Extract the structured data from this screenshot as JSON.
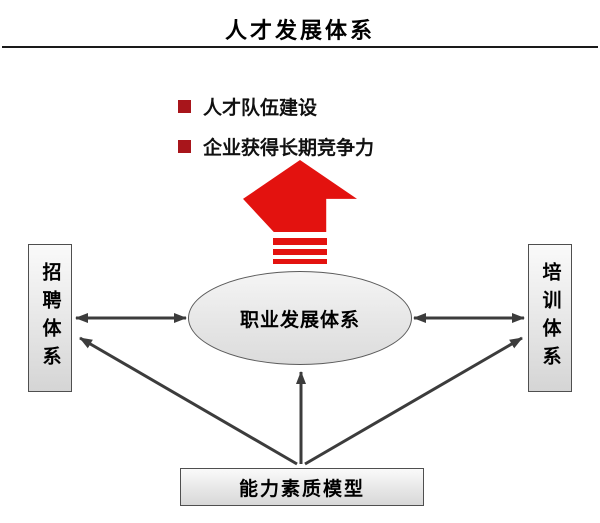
{
  "title": "人才发展体系",
  "bullets": [
    {
      "label": "人才队伍建设"
    },
    {
      "label": "企业获得长期竞争力"
    }
  ],
  "nodes": {
    "center_ellipse": "职业发展体系",
    "left_box": "招聘体系",
    "right_box": "培训体系",
    "bottom_box": "能力素质模型"
  },
  "icons": {
    "bullet_square": "bullet-square-icon",
    "up_arrow": "up-arrow-icon"
  },
  "colors": {
    "bullet_red": "#a8151b",
    "arrow_red": "#e3120f",
    "line_gray": "#3c3c3c"
  }
}
